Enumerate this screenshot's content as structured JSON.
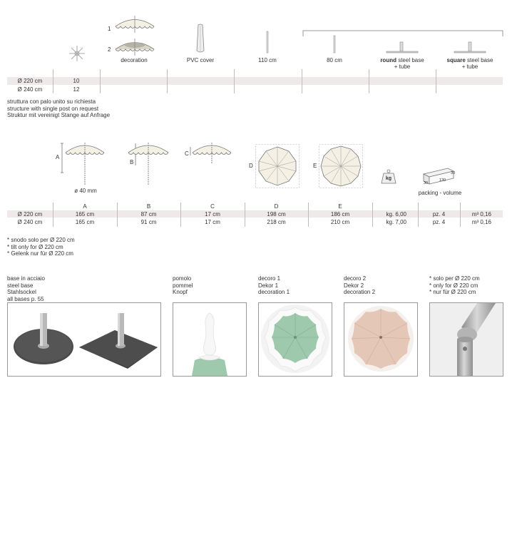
{
  "top": {
    "row_labels": [
      "1",
      "2"
    ],
    "captions": {
      "decoration": "decoration",
      "pvc_cover": "PVC cover",
      "len_110": "110 cm",
      "len_80": "80 cm",
      "round_bold": "round",
      "round_rest": " steel base",
      "round_line2": "+ tube",
      "square_bold": "square",
      "square_rest": " steel base",
      "square_line2": "+ tube"
    },
    "table": [
      {
        "size": "Ø 220 cm",
        "ribs": "10"
      },
      {
        "size": "Ø 240 cm",
        "ribs": "12"
      }
    ],
    "notes": [
      "struttura con palo unito su richiesta",
      "structure with single post on request",
      "Struktur mit vereinigt Stange auf Anfrage"
    ]
  },
  "dims": {
    "letters": {
      "A": "A",
      "B": "B",
      "C": "C",
      "D": "D",
      "E": "E"
    },
    "pole": "ø 40 mm",
    "kg": "kg",
    "box_a": "30",
    "box_b": "30",
    "box_c": "130",
    "packing": "packing - volume",
    "headers": [
      "A",
      "B",
      "C",
      "D",
      "E"
    ],
    "rows": [
      {
        "size": "Ø 220 cm",
        "a": "165 cm",
        "b": "87 cm",
        "c": "17 cm",
        "d": "198 cm",
        "e": "186 cm",
        "kg": "kg. 6,00",
        "pz": "pz. 4",
        "vol": "m³ 0,16"
      },
      {
        "size": "Ø 240 cm",
        "a": "165 cm",
        "b": "91 cm",
        "c": "17 cm",
        "d": "218 cm",
        "e": "210 cm",
        "kg": "kg. 7,00",
        "pz": "pz. 4",
        "vol": "m³ 0,16"
      }
    ],
    "notes": [
      "* snodo solo per Ø 220 cm",
      "* tilt only for Ø 220 cm",
      "* Gelenk nur für Ø 220 cm"
    ]
  },
  "photos": {
    "base": [
      "base in acciaio",
      "steel base",
      "Stahlsockel",
      "all bases p. 55"
    ],
    "pommel": [
      "pomolo",
      "pommel",
      "Knopf"
    ],
    "deco1": [
      "decoro 1",
      "Dekor 1",
      "decoration 1"
    ],
    "deco2": [
      "decoro 2",
      "Dekor 2",
      "decoration 2"
    ],
    "tilt": [
      "* solo per Ø 220 cm",
      "* only for Ø 220 cm",
      "* nur für Ø 220 cm"
    ]
  },
  "colors": {
    "band": "#f0e9ea",
    "canopy": "#f4f1e4",
    "green": "#9fc9ad",
    "peach": "#e4c7b6"
  }
}
